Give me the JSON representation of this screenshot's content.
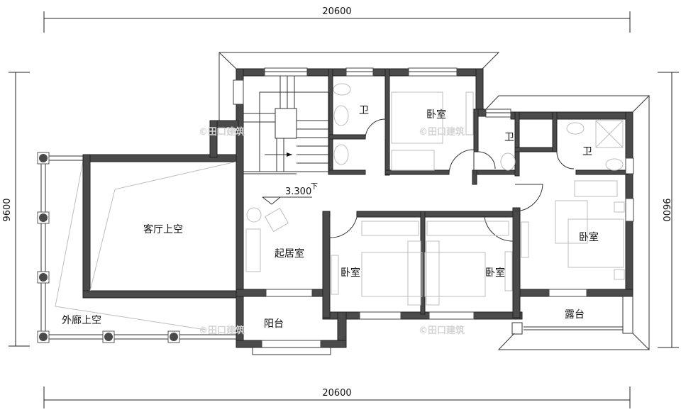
{
  "dimensions": {
    "top_width": "20600",
    "bottom_width": "20600",
    "left_height": "9600",
    "right_height": "9600"
  },
  "elevation": {
    "value": "3.300",
    "direction": "下"
  },
  "rooms": {
    "living_void": "客厅上空",
    "outer_corridor_void": "外廊上空",
    "family_room": "起居室",
    "balcony": "阳台",
    "terrace": "露台",
    "bath_1": "卫",
    "bath_2": "卫",
    "bath_3": "卫",
    "bedroom_north": "卧室",
    "bedroom_south_left": "卧室",
    "bedroom_south_right": "卧室",
    "bedroom_east": "卧室"
  },
  "watermark": "©田口建筑",
  "colors": {
    "wall": "#4a4a4a",
    "line": "#333333",
    "furniture": "#bdbdbd",
    "watermark": "#d4d4d4"
  }
}
